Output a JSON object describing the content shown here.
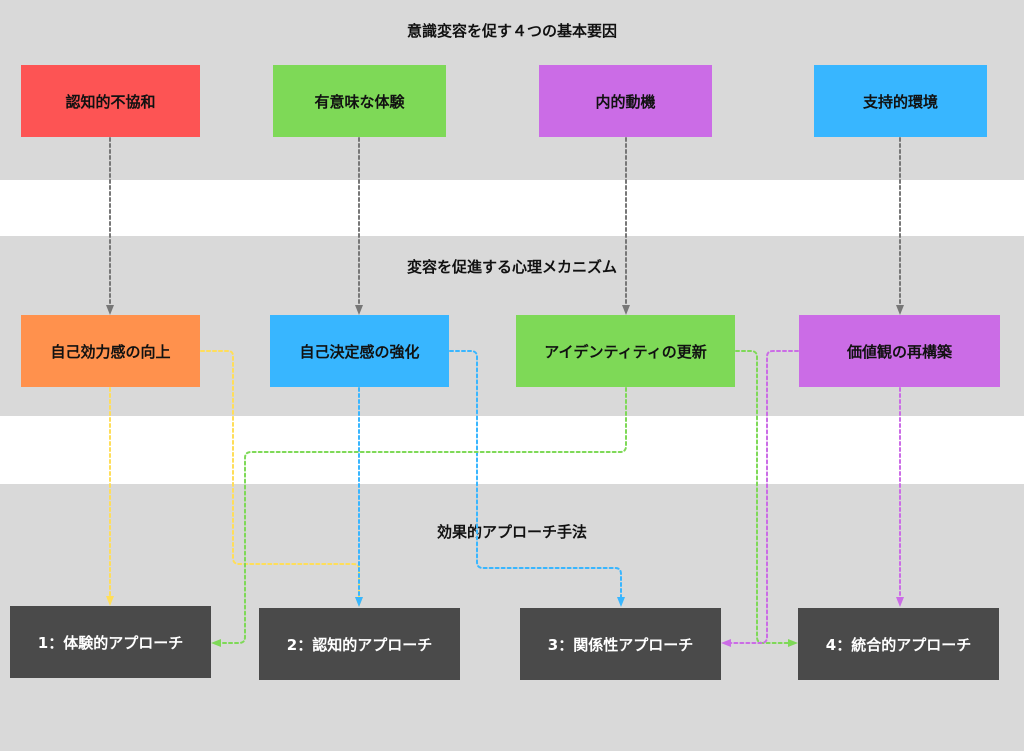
{
  "sections": {
    "top_title": "意識変容を促す４つの基本要因",
    "middle_title": "変容を促進する心理メカニズム",
    "bottom_title": "効果的アプローチ手法"
  },
  "factors": [
    {
      "label": "認知的不協和",
      "color": "#fd5454"
    },
    {
      "label": "有意味な体験",
      "color": "#7ed957"
    },
    {
      "label": "内的動機",
      "color": "#cb6ce6"
    },
    {
      "label": "支持的環境",
      "color": "#38b6ff"
    }
  ],
  "mechanisms": [
    {
      "label": "自己効力感の向上",
      "color": "#ff914d"
    },
    {
      "label": "自己決定感の強化",
      "color": "#38b6ff"
    },
    {
      "label": "アイデンティティの更新",
      "color": "#7ed957"
    },
    {
      "label": "価値観の再構築",
      "color": "#cb6ce6"
    }
  ],
  "approaches": [
    {
      "label": "1：体験的アプローチ"
    },
    {
      "label": "2：認知的アプローチ"
    },
    {
      "label": "3：関係性アプローチ"
    },
    {
      "label": "4：統合的アプローチ"
    }
  ],
  "connector_colors": {
    "gray": "#777777",
    "yellow": "#ffde59",
    "blue": "#38b6ff",
    "green": "#7ed957",
    "purple": "#cb6ce6"
  }
}
